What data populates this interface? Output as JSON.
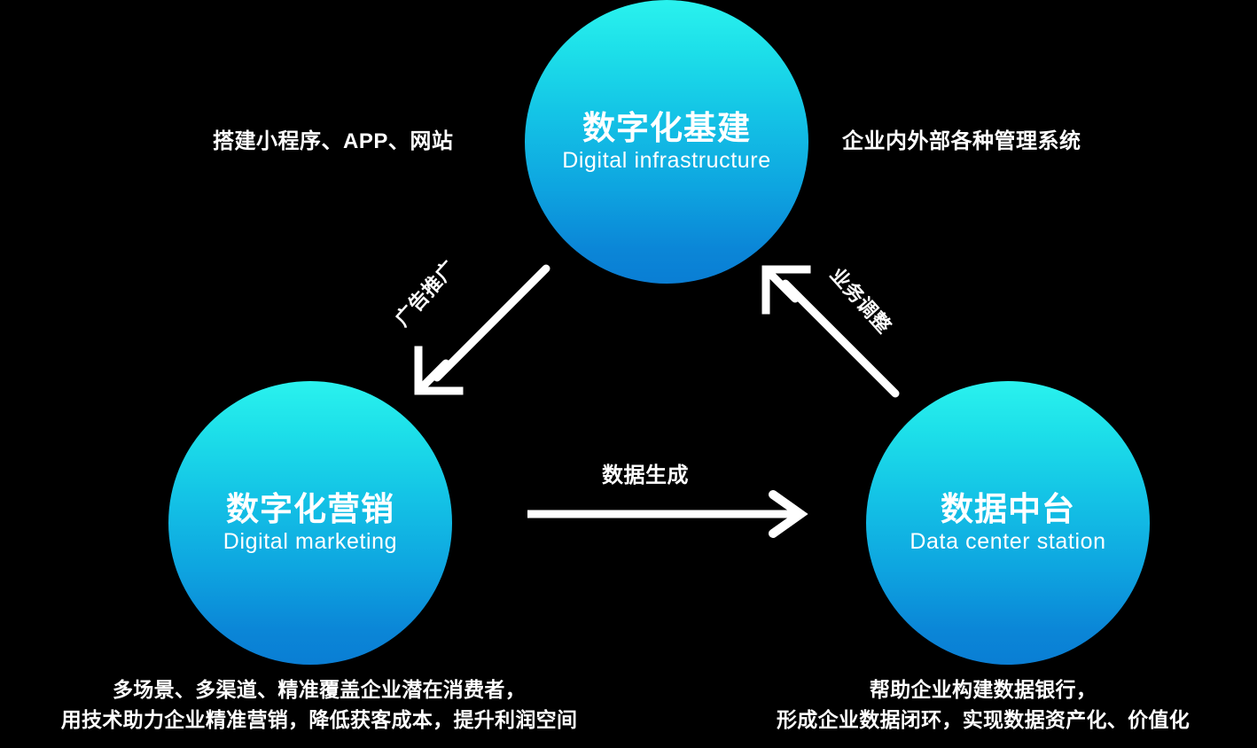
{
  "diagram": {
    "title": "Digital transformation triangle",
    "background_color": "#000000",
    "node_gradient_from": "#2af2ee",
    "node_gradient_to": "#0a7ed4",
    "text_color": "#ffffff"
  },
  "nodes": {
    "top": {
      "title_cn": "数字化基建",
      "title_en": "Digital infrastructure"
    },
    "left": {
      "title_cn": "数字化营销",
      "title_en": "Digital marketing"
    },
    "right": {
      "title_cn": "数据中台",
      "title_en": "Data center station"
    }
  },
  "side_labels": {
    "top_left": "搭建小程序、APP、网站",
    "top_right": "企业内外部各种管理系统"
  },
  "edge_labels": {
    "top_to_left": "广告推广",
    "right_to_top": "业务调整",
    "left_to_right": "数据生成"
  },
  "captions": {
    "left": {
      "line1": "多场景、多渠道、精准覆盖企业潜在消费者，",
      "line2": "用技术助力企业精准营销，降低获客成本，提升利润空间"
    },
    "right": {
      "line1": "帮助企业构建数据银行，",
      "line2": "形成企业数据闭环，实现数据资产化、价值化"
    }
  },
  "icons": {
    "arrow_top_to_left": "arrow-down-left-icon",
    "arrow_left_to_right": "arrow-right-icon",
    "arrow_right_to_top": "arrow-up-left-icon"
  }
}
